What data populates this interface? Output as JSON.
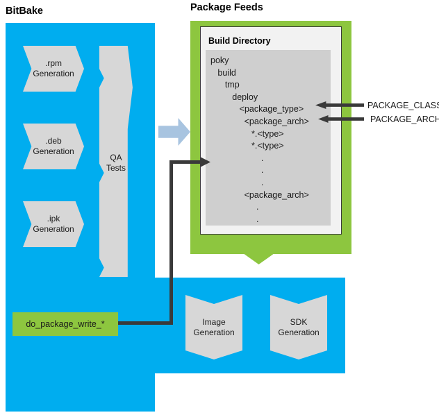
{
  "headings": {
    "bitbake": "BitBake",
    "package_feeds": "Package Feeds"
  },
  "bitbake": {
    "package_generation": [
      {
        "label": ".rpm\nGeneration",
        "name": "rpm-generation"
      },
      {
        "label": ".deb\nGeneration",
        "name": "deb-generation"
      },
      {
        "label": ".ipk\nGeneration",
        "name": "ipk-generation"
      }
    ],
    "qa_tests_label": "QA\nTests",
    "task_box_label": "do_package_write_*"
  },
  "package_feeds": {
    "build_directory_title": "Build Directory",
    "directory_listing": [
      "poky",
      "   build",
      "      tmp",
      "         deploy",
      "            <package_type>",
      "              <package_arch>",
      "                 *.<type>",
      "                 *.<type>",
      "                     .",
      "                     .",
      "                     .",
      "              <package_arch>",
      "                   .",
      "                   .",
      "                   ."
    ],
    "callouts": [
      {
        "label": "PACKAGE_CLASSES",
        "target": "<package_type>"
      },
      {
        "label": "PACKAGE_ARCH",
        "target": "<package_arch>"
      }
    ]
  },
  "outputs": {
    "items": [
      {
        "label": "Image\nGeneration",
        "name": "image-generation"
      },
      {
        "label": "SDK\nGeneration",
        "name": "sdk-generation"
      }
    ]
  },
  "colors": {
    "blue_panel": "#00adef",
    "green_accent": "#8dc63f",
    "chevron_gray": "#d7d7d7",
    "listing_gray": "#cfcfcf",
    "arrow_dark": "#3a3a3a",
    "feed_arrow_blue": "#a8c4e0"
  }
}
